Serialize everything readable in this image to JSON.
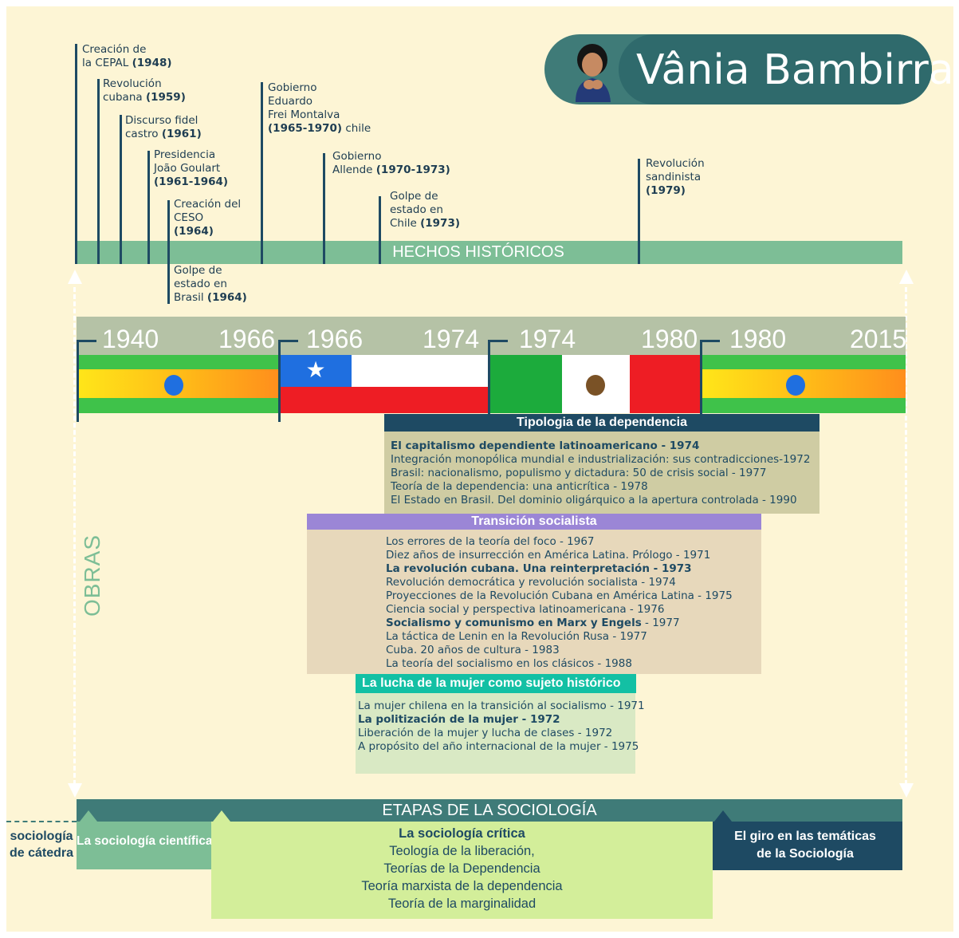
{
  "profile": {
    "name": "Vânia Bambirra",
    "portrait_icon": "woman-portrait-icon"
  },
  "events": [
    {
      "line1": "Creación de",
      "line2": "la CEPAL ",
      "year": "(1948)"
    },
    {
      "line1": "Revolución",
      "line2": "cubana ",
      "year": "(1959)"
    },
    {
      "line1": "Discurso fidel",
      "line2": "castro ",
      "year": "(1961)"
    },
    {
      "line1": "Presidencia",
      "line2": "João Goulart",
      "year": "(1961-1964)"
    },
    {
      "line1": "Creación del",
      "line2": "CESO",
      "year": "(1964)"
    },
    {
      "line1": "Golpe de",
      "line2": "estado en",
      "line3": "Brasil ",
      "year": "(1964)"
    },
    {
      "line1": "Gobierno",
      "line2": "Eduardo",
      "line3": "Frei Montalva",
      "year": "(1965-1970)",
      "suffix": " chile"
    },
    {
      "line1": "Gobierno",
      "line2": "Allende ",
      "year": "(1970-1973)"
    },
    {
      "line1": "Golpe de",
      "line2": "estado en",
      "line3": "Chile ",
      "year": "(1973)"
    },
    {
      "line1": "Revolución",
      "line2": "sandinista",
      "year": "(1979)"
    }
  ],
  "hechos_label": "HECHOS HISTÓRICOS",
  "obras_label": "OBRAS",
  "periods": [
    {
      "start": "1940",
      "end": "1966",
      "country": "Brasil",
      "flag_icon": "brazil-flag-icon"
    },
    {
      "start": "1966",
      "end": "1974",
      "country": "Chile",
      "flag_icon": "chile-flag-icon"
    },
    {
      "start": "1974",
      "end": "1980",
      "country": "México",
      "flag_icon": "mexico-flag-icon"
    },
    {
      "start": "1980",
      "end": "2015",
      "country": "Brasil",
      "flag_icon": "brazil-flag-icon"
    }
  ],
  "works": {
    "tipologia": {
      "title": "Tipologia de la dependencia",
      "items": [
        "El capitalismo dependiente latinoamericano - 1974",
        "Integración monopólica mundial e industrialización: sus contradicciones-1972",
        "Brasil: nacionalismo, populismo y dictadura: 50 de crisis social - 1977",
        "Teoría de la dependencia: una anticrítica - 1978",
        "El Estado en Brasil. Del dominio oligárquico a la apertura controlada - 1990"
      ]
    },
    "transicion": {
      "title": "Transición socialista",
      "items": [
        "Los errores de la teoría del foco - 1967",
        "Diez años de insurrección en América Latina. Prólogo - 1971",
        "La revolución cubana. Una reinterpretación - 1973",
        "Revolución democrática y revolución socialista - 1974",
        "Proyecciones de la Revolución Cubana en América Latina - 1975",
        "Ciencia social y perspectiva latinoamericana - 1976",
        "Socialismo y comunismo en Marx y Engels",
        "- 1977",
        "La táctica de Lenin en la Revolución Rusa - 1977",
        "Cuba. 20 años de cultura - 1983",
        "La teoría del socialismo en los clásicos - 1988"
      ]
    },
    "mujer": {
      "title": "La lucha de la mujer como sujeto histórico",
      "items": [
        "La mujer chilena en la transición al socialismo - 1971",
        "La politización de la mujer - 1972",
        "Liberación de la mujer y lucha de clases - 1972",
        "A propósito del año internacional de la mujer - 1975"
      ]
    }
  },
  "etapas": {
    "title": "ETAPAS DE LA SOCIOLOGÍA",
    "catedra": [
      "sociología",
      "de cátedra"
    ],
    "cientifica": "La sociología científica",
    "critica": {
      "title": "La sociología crítica",
      "items": [
        "Teología de la liberación,",
        "Teorías de la Dependencia",
        "Teoría marxista de la dependencia",
        "Teoría de la marginalidad"
      ]
    },
    "giro": [
      "El giro en las temáticas",
      "de la Sociología"
    ]
  },
  "colors": {
    "background": "#fdf5d5",
    "timeline_green": "#7dbe96",
    "dark_teal": "#3f7b78",
    "navy": "#1e4a63",
    "tipologia_box": "#cfcca3",
    "transicion_header": "#9b86d6",
    "transicion_box": "#e7d8bb",
    "mujer_header": "#13c0a4",
    "mujer_box": "#d9e9c4",
    "critica_box": "#d3ee9a"
  }
}
